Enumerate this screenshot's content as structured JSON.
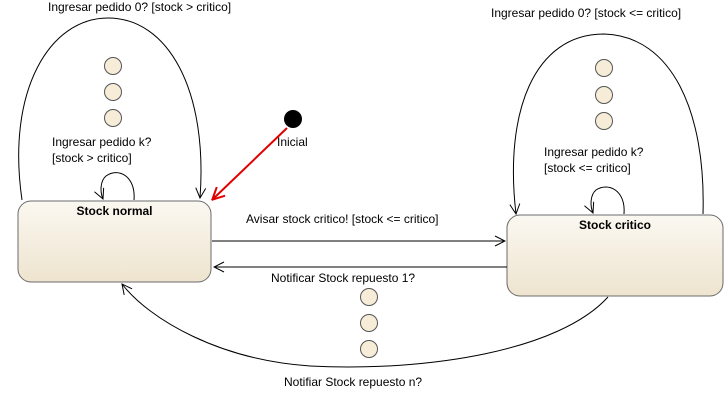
{
  "states": {
    "normal": {
      "name": "Stock normal"
    },
    "critico": {
      "name": "Stock critico"
    }
  },
  "initial": {
    "label": "Inicial"
  },
  "transitions": {
    "normal_loop_big": "Ingresar pedido 0? [stock > critico]",
    "normal_loop_small_line1": "Ingresar pedido k?",
    "normal_loop_small_line2": "[stock > critico]",
    "critico_loop_big": "Ingresar pedido 0? [stock <= critico]",
    "critico_loop_small_line1": "Ingresar pedido k?",
    "critico_loop_small_line2": "[stock <= critico]",
    "normal_to_critico": "Avisar stock critico! [stock <= critico]",
    "critico_to_normal_1": "Notificar Stock repuesto 1?",
    "critico_to_normal_n": "Notifiar Stock repuesto n?"
  },
  "colors": {
    "state_fill_top": "#fbf7ef",
    "state_fill_bottom": "#efe6d2",
    "state_stroke": "#6b6b6b",
    "dot_fill": "#f6ecd8",
    "initial_arrow": "#e00000"
  }
}
